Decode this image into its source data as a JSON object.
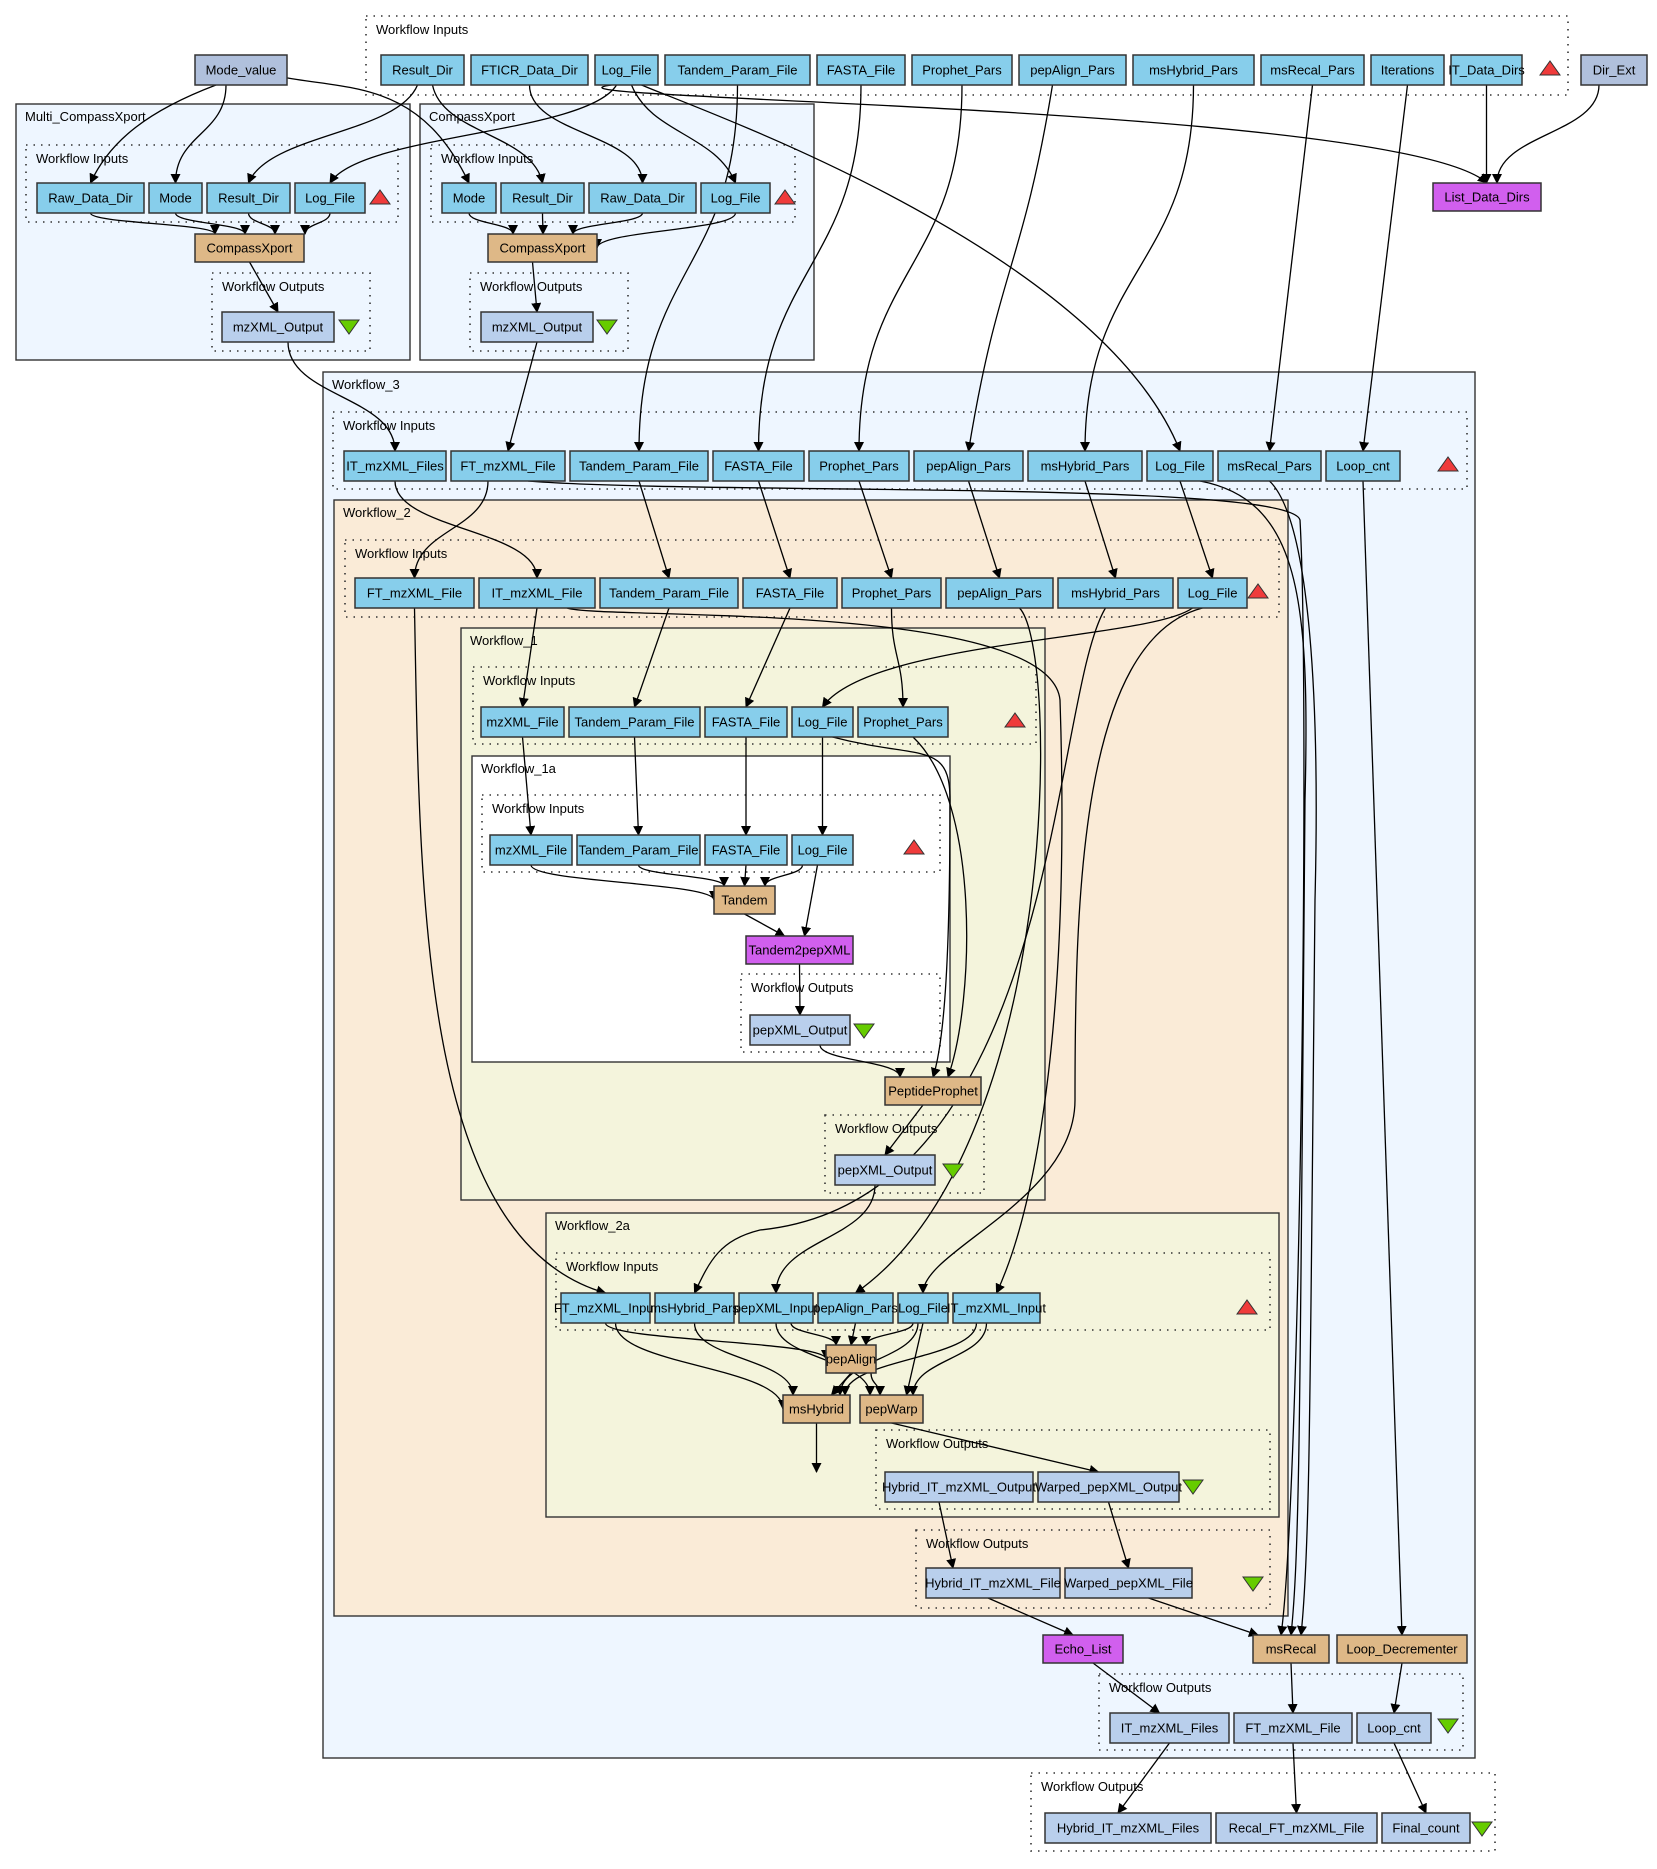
{
  "colors": {
    "input_port": "#87ceeb",
    "output_port": "#b9cfec",
    "constant": "#b0c0dc",
    "processor": "#deb887",
    "beanshell": "#d15fee",
    "cluster_workflow": "#eef6ff",
    "cluster_workflow_2": "#faebd7",
    "cluster_inner": "#f4f4dc",
    "cluster_plain": "#ffffff",
    "input_triangle": "#ef3b3b",
    "output_triangle": "#66cc00"
  },
  "labels": {
    "workflow_inputs": "Workflow Inputs",
    "workflow_outputs": "Workflow Outputs"
  },
  "clusters": {
    "multi_compass": "Multi_CompassXport",
    "compass": "CompassXport",
    "workflow_3": "Workflow_3",
    "workflow_2": "Workflow_2",
    "workflow_1": "Workflow_1",
    "workflow_1a": "Workflow_1a",
    "workflow_2a": "Workflow_2a"
  },
  "top": {
    "mode_value": "Mode_value",
    "dir_ext": "Dir_Ext",
    "list_data_dirs": "List_Data_Dirs",
    "inputs": [
      "Result_Dir",
      "FTICR_Data_Dir",
      "Log_File",
      "Tandem_Param_File",
      "FASTA_File",
      "Prophet_Pars",
      "pepAlign_Pars",
      "msHybrid_Pars",
      "msRecal_Pars",
      "Iterations",
      "IT_Data_Dirs"
    ],
    "outputs": [
      "Hybrid_IT_mzXML_Files",
      "Recal_FT_mzXML_File",
      "Final_count"
    ]
  },
  "multi_compass": {
    "inputs": [
      "Raw_Data_Dir",
      "Mode",
      "Result_Dir",
      "Log_File"
    ],
    "processor": "CompassXport",
    "outputs": [
      "mzXML_Output"
    ]
  },
  "compass": {
    "inputs": [
      "Mode",
      "Result_Dir",
      "Raw_Data_Dir",
      "Log_File"
    ],
    "processor": "CompassXport",
    "outputs": [
      "mzXML_Output"
    ]
  },
  "workflow_3": {
    "inputs": [
      "IT_mzXML_Files",
      "FT_mzXML_File",
      "Tandem_Param_File",
      "FASTA_File",
      "Prophet_Pars",
      "pepAlign_Pars",
      "msHybrid_Pars",
      "Log_File",
      "msRecal_Pars",
      "Loop_cnt"
    ],
    "echo_list": "Echo_List",
    "msrecal": "msRecal",
    "loop_decrementer": "Loop_Decrementer",
    "outputs": [
      "IT_mzXML_Files",
      "FT_mzXML_File",
      "Loop_cnt"
    ]
  },
  "workflow_2": {
    "inputs": [
      "FT_mzXML_File",
      "IT_mzXML_File",
      "Tandem_Param_File",
      "FASTA_File",
      "Prophet_Pars",
      "pepAlign_Pars",
      "msHybrid_Pars",
      "Log_File"
    ],
    "outputs": [
      "Hybrid_IT_mzXML_File",
      "Warped_pepXML_File"
    ]
  },
  "workflow_1": {
    "inputs": [
      "mzXML_File",
      "Tandem_Param_File",
      "FASTA_File",
      "Log_File",
      "Prophet_Pars"
    ],
    "peptide_prophet": "PeptideProphet",
    "outputs": [
      "pepXML_Output"
    ]
  },
  "workflow_1a": {
    "inputs": [
      "mzXML_File",
      "Tandem_Param_File",
      "FASTA_File",
      "Log_File"
    ],
    "tandem": "Tandem",
    "tandem2pepxml": "Tandem2pepXML",
    "outputs": [
      "pepXML_Output"
    ]
  },
  "workflow_2a": {
    "inputs": [
      "FT_mzXML_Input",
      "msHybrid_Pars",
      "pepXML_Input",
      "pepAlign_Pars",
      "Log_File",
      "IT_mzXML_Input"
    ],
    "pepalign": "pepAlign",
    "mshybrid": "msHybrid",
    "pepwarp": "pepWarp",
    "outputs": [
      "Hybrid_IT_mzXML_Output",
      "Warped_pepXML_Output"
    ]
  }
}
